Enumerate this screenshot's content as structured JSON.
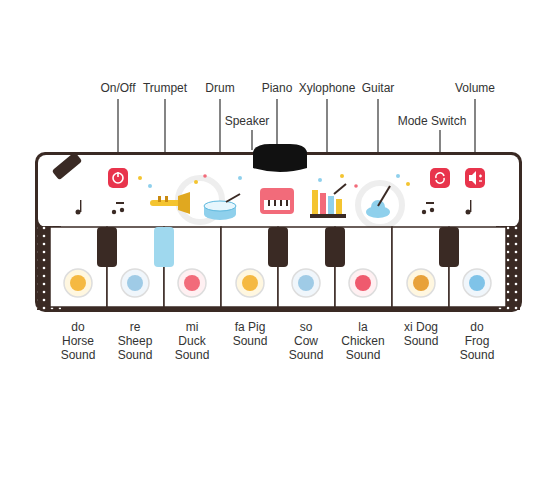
{
  "diagram": {
    "labels": [
      "On/Off",
      "Trumpet",
      "Drum",
      "Piano",
      "Xylophone",
      "Guitar",
      "Speaker",
      "Mode Switch",
      "Volume",
      "do Horse Sound",
      "re Sheep Sound",
      "mi Duck Sound",
      "fa Pig Sound",
      "so Cow Sound",
      "la Chicken Sound",
      "xi Dog Sound",
      "do Frog Sound"
    ]
  }
}
